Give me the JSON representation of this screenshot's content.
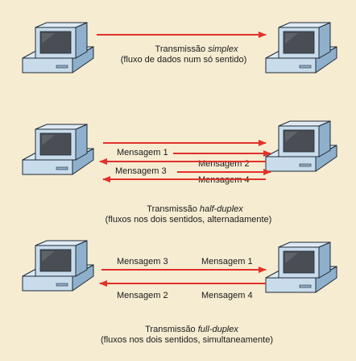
{
  "colors": {
    "background": "#f6ecd2",
    "arrow": "#e2312a",
    "computer_body": "#c9dcec",
    "computer_shadow": "#8fb0cc",
    "screen": "#4a4e54",
    "outline": "#1e2a36"
  },
  "panels": [
    {
      "caption_prefix": "Transmissão ",
      "caption_mode": "simplex",
      "caption_detail": "(fluxo de dados num só sentido)",
      "messages": []
    },
    {
      "caption_prefix": "Transmissão ",
      "caption_mode": "half-duplex",
      "caption_detail": "(fluxos nos dois sentidos, alternadamente)",
      "messages": [
        "Mensagem 1",
        "Mensagem 2",
        "Mensagem 3",
        "Mensagem 4"
      ]
    },
    {
      "caption_prefix": "Transmissão ",
      "caption_mode": "full-duplex",
      "caption_detail": "(fluxos nos dois sentidos, simultaneamente)",
      "messages": [
        "Mensagem 3",
        "Mensagem 1",
        "Mensagem 2",
        "Mensagem 4"
      ]
    }
  ]
}
